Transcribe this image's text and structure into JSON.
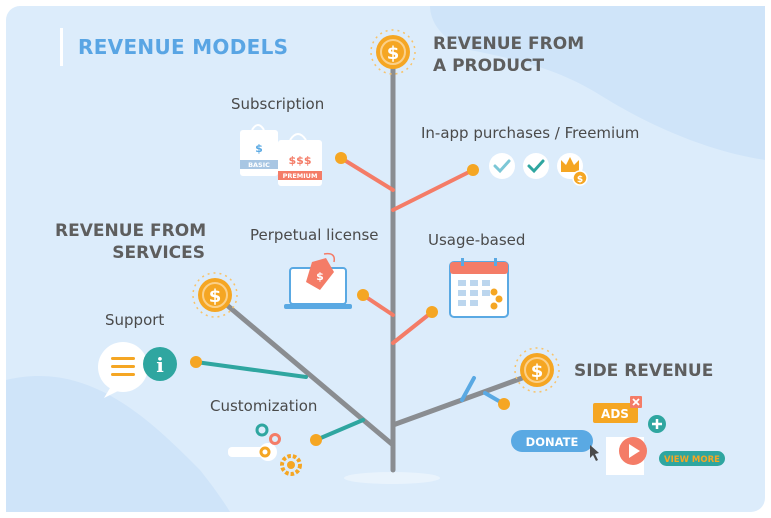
{
  "title": "REVENUE MODELS",
  "sections": {
    "product": "REVENUE FROM\nA PRODUCT",
    "services": "REVENUE FROM\nSERVICES",
    "side": "SIDE REVENUE"
  },
  "labels": {
    "subscription": "Subscription",
    "in_app": "In-app purchases / Freemium",
    "perpetual": "Perpetual license",
    "usage": "Usage-based",
    "support": "Support",
    "customization": "Customization"
  },
  "icon_text": {
    "dollar": "$",
    "basic": "BASIC",
    "premium": "PREMIUM",
    "triple_dollar": "$$$",
    "ads": "ADS",
    "donate": "DONATE",
    "view_more": "VIEW MORE",
    "info": "i"
  },
  "colors": {
    "accent_blue": "#59a5e4",
    "trunk": "#8a8d91",
    "product_branch": "#f47c67",
    "services_branch": "#2fa6a0",
    "side_branch": "#5aa9e3",
    "coin": "#f5a623",
    "dot": "#f5a623"
  }
}
